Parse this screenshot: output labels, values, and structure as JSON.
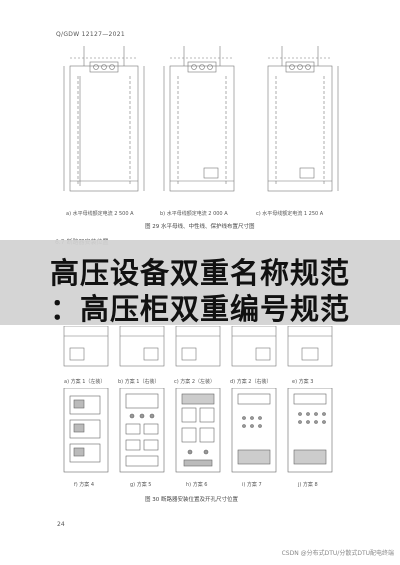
{
  "document": {
    "header_code": "Q/GDW 12127—2021",
    "page_number": "24"
  },
  "figure_top": {
    "captions": [
      "a) 水平母线额定电流 2 500 A",
      "b) 水平母线额定电流 2 000 A",
      "c) 水平母线额定电流 1 250 A"
    ],
    "title": "图 29  水平母线、中性线、保护线布置尺寸图"
  },
  "section": {
    "label": "6.7  断路器安装位置"
  },
  "banner": {
    "line1": "高压设备双重名称规范",
    "line2": "：高压柜双重编号规范"
  },
  "figure_mid": {
    "captions": [
      "a) 方案 1（左装）",
      "b) 方案 1（右装）",
      "c) 方案 2（左装）",
      "d) 方案 2（右装）",
      "e) 方案 3"
    ]
  },
  "figure_bottom": {
    "captions": [
      "f) 方案 4",
      "g) 方案 5",
      "h) 方案 6",
      "i) 方案 7",
      "j) 方案 8"
    ],
    "title": "图 30  断路器安装位置及开孔尺寸位置"
  },
  "watermark": "CSDN @分布式DTU/分散式DTU配电终端",
  "colors": {
    "banner_bg": "#d2d2d2",
    "banner_text": "#111111",
    "line": "#777777"
  }
}
